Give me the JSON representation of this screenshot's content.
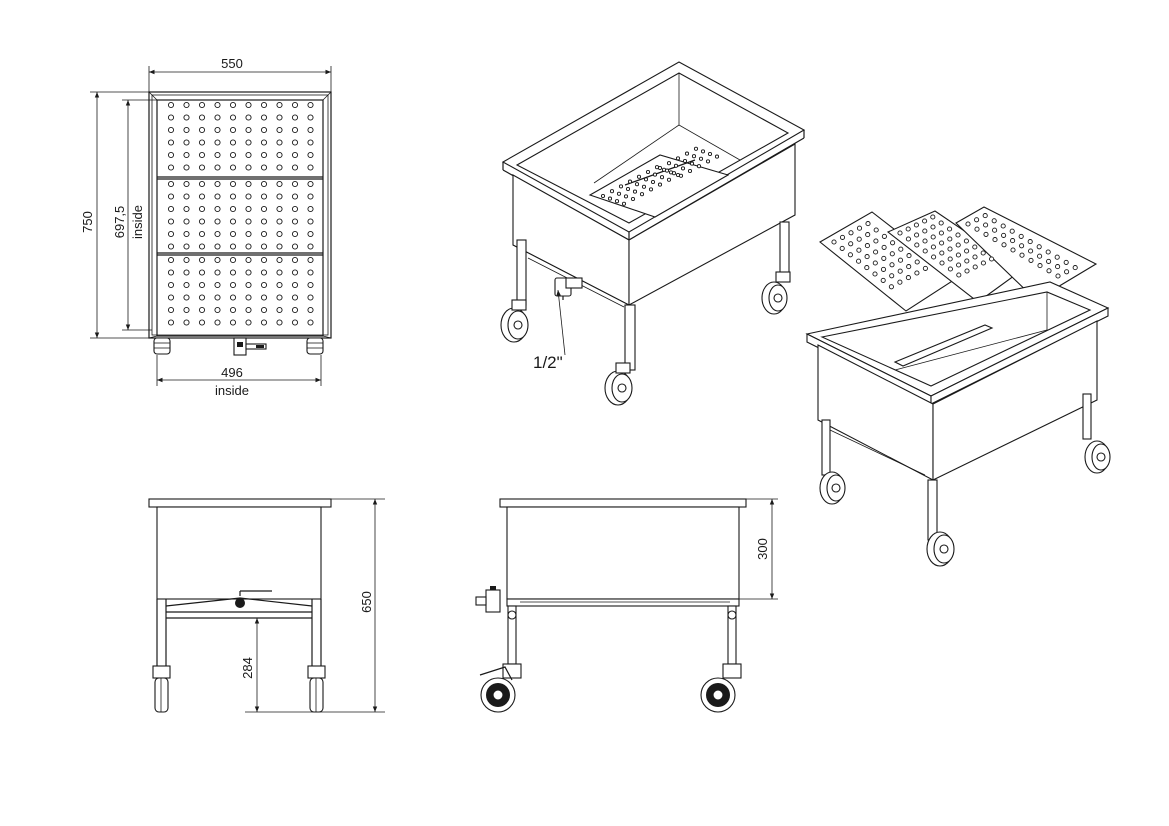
{
  "dimensions": {
    "top_width": "550",
    "top_height": "750",
    "inside_length": "697,5",
    "inside_length_label": "inside",
    "inside_width": "496",
    "inside_width_label": "inside",
    "front_height": "650",
    "frame_height": "284",
    "tank_depth": "300"
  },
  "callouts": {
    "drain_valve_size": "1/2\""
  },
  "colors": {
    "line": "#1a1a1a",
    "background": "#ffffff"
  }
}
